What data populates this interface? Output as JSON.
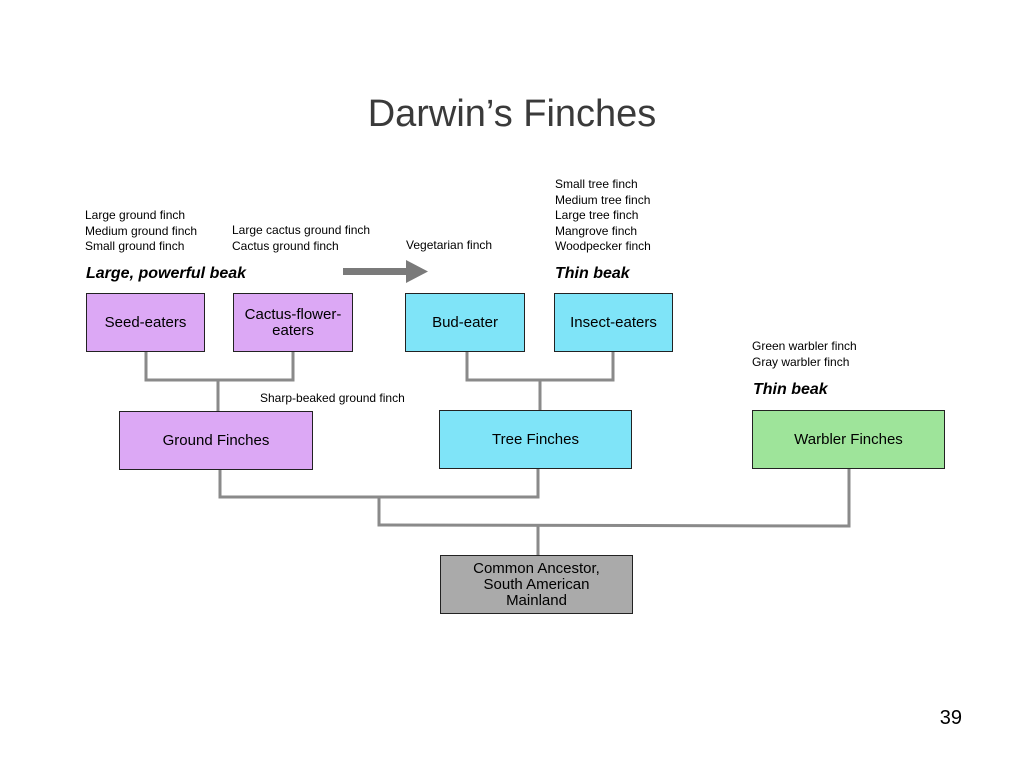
{
  "title": "Darwin’s Finches",
  "page_number": "39",
  "colors": {
    "ground": "#dca8f5",
    "tree": "#7fe4f8",
    "warbler": "#9ee49a",
    "ancestor": "#aaaaaa",
    "connector": "#8a8a8a",
    "arrow": "#7a7a7a"
  },
  "labels": {
    "seed_eater_species": [
      "Large ground finch",
      "Medium ground finch",
      "Small ground finch"
    ],
    "cactus_species": [
      "Large cactus ground finch",
      "Cactus ground finch"
    ],
    "bud_species": [
      "Vegetarian finch"
    ],
    "insect_species": [
      "Small tree finch",
      "Medium tree finch",
      "Large tree finch",
      "Mangrove finch",
      "Woodpecker finch"
    ],
    "warbler_species": [
      "Green warbler finch",
      "Gray warbler finch"
    ],
    "sharp_beaked": "Sharp-beaked ground finch",
    "beak_large": "Large, powerful beak",
    "beak_thin_tree": "Thin beak",
    "beak_thin_warbler": "Thin beak"
  },
  "boxes": {
    "seed_eaters": "Seed-eaters",
    "cactus_flower_eaters": "Cactus-flower-eaters",
    "bud_eater": "Bud-eater",
    "insect_eaters": "Insect-eaters",
    "ground_finches": "Ground Finches",
    "tree_finches": "Tree Finches",
    "warbler_finches": "Warbler Finches",
    "common_ancestor": "Common Ancestor, South American Mainland"
  }
}
